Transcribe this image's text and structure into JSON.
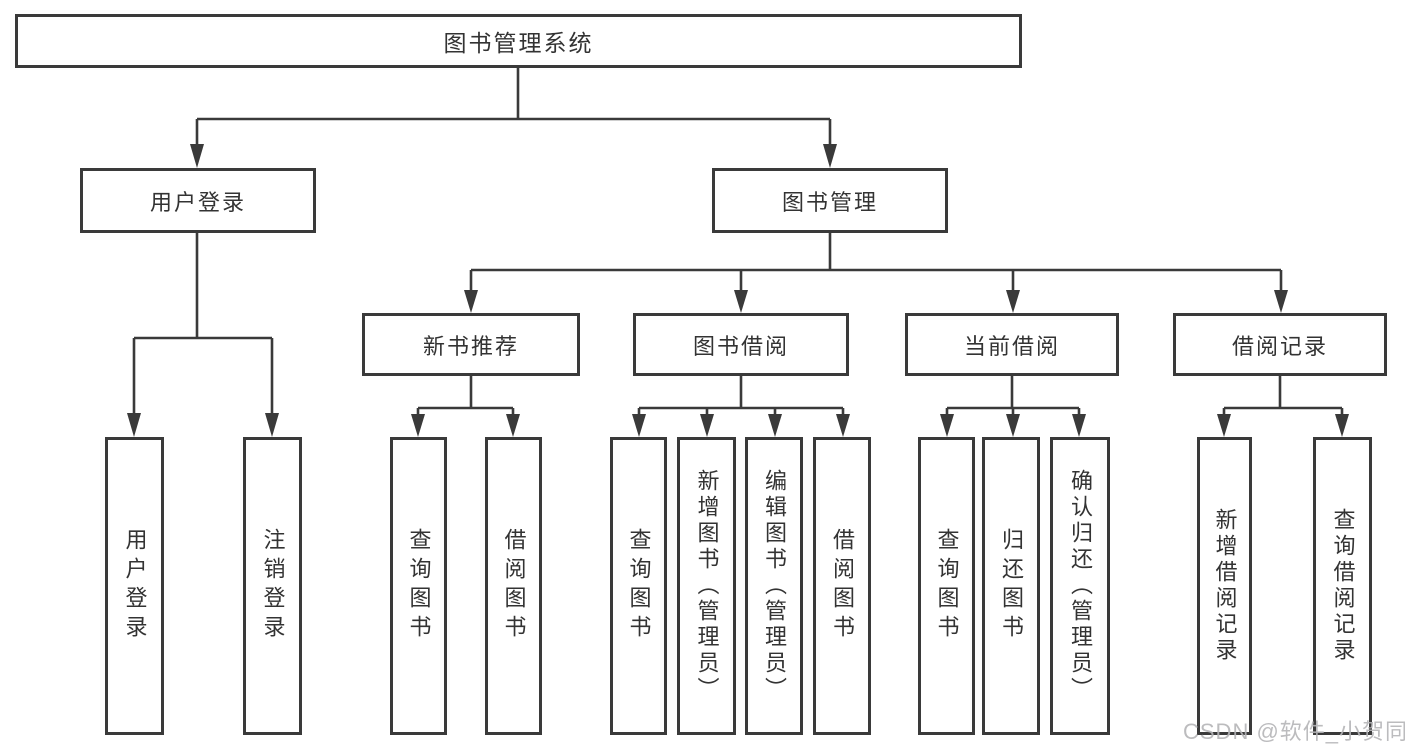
{
  "title": {
    "label": "图书管理系统"
  },
  "level2": {
    "user_login": {
      "label": "用户登录"
    },
    "book_mgmt": {
      "label": "图书管理"
    }
  },
  "level3": {
    "new_books": {
      "label": "新书推荐"
    },
    "book_borrow": {
      "label": "图书借阅"
    },
    "current_borrow": {
      "label": "当前借阅"
    },
    "borrow_records": {
      "label": "借阅记录"
    }
  },
  "leaves": {
    "user_login_leaf": {
      "label": "用户登录"
    },
    "logout_leaf": {
      "label": "注销登录"
    },
    "nb_query": {
      "label": "查询图书"
    },
    "nb_borrow": {
      "label": "借阅图书"
    },
    "bb_query": {
      "label": "查询图书"
    },
    "bb_add": {
      "label": "新增图书（管理员）"
    },
    "bb_edit": {
      "label": "编辑图书（管理员）"
    },
    "bb_borrow": {
      "label": "借阅图书"
    },
    "cb_query": {
      "label": "查询图书"
    },
    "cb_return": {
      "label": "归还图书"
    },
    "cb_confirm": {
      "label": "确认归还（管理员）"
    },
    "br_add": {
      "label": "新增借阅记录"
    },
    "br_query": {
      "label": "查询借阅记录"
    }
  },
  "watermark": {
    "text": "CSDN @软件_小贺同学"
  },
  "colors": {
    "line": "#3a3a3a",
    "text": "#333333",
    "watermark": "#b5b5b8"
  }
}
